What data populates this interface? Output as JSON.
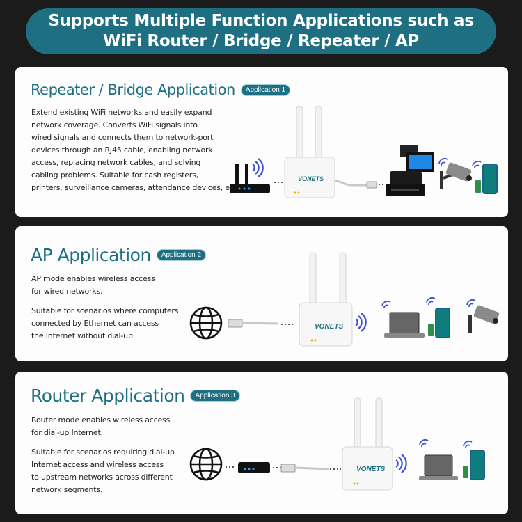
{
  "banner": {
    "line1": "Supports Multiple Function Applications such as",
    "line2": "WiFi Router / Bridge / Repeater / AP"
  },
  "repeater": {
    "title": "Repeater / Bridge Application",
    "badge": "Application 1",
    "lines": [
      "Extend existing WiFi networks and easily expand",
      "network coverage. Converts WiFi signals into",
      "wired signals and connects them to network-port",
      "devices through an RJ45 cable, enabling network",
      "access, replacing network cables, and solving",
      "cabling problems. Suitable for cash registers,",
      "printers, surveillance cameras, attendance devices, etc."
    ]
  },
  "ap": {
    "title": "AP Application",
    "badge": "Application 2",
    "para1": [
      "AP mode enables wireless access",
      "for wired networks."
    ],
    "para2": [
      "Suitable for scenarios where computers",
      "connected by Ethernet can access",
      "the Internet without dial-up."
    ]
  },
  "router": {
    "title": "Router Application",
    "badge": "Application 3",
    "para1": [
      "Router mode enables wireless access",
      "for dial-up Internet."
    ],
    "para2": [
      "Suitable for scenarios requiring dial-up",
      "Internet access and wireless access",
      "to upstream networks across different",
      "network segments."
    ]
  },
  "device_logo": "VONETS",
  "colors": {
    "accent": "#1e6f82",
    "background": "#1b1b1b",
    "panel": "#fdfdfd",
    "wifi": "#3b4fd6"
  },
  "icons": [
    "router-icon",
    "vonets-device-icon",
    "ethernet-cable-icon",
    "cash-register-icon",
    "security-camera-icon",
    "smartphone-icon",
    "globe-icon",
    "laptop-icon",
    "modem-icon",
    "wifi-icon"
  ]
}
